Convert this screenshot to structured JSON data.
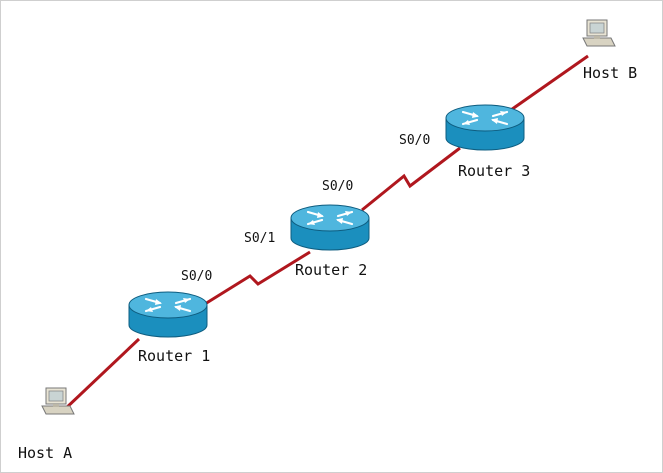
{
  "colors": {
    "link": "#b0171e",
    "router_body": "#1b8fbe",
    "router_top": "#4fb6de",
    "router_edge": "#0e5d80"
  },
  "hosts": [
    {
      "id": "host-a",
      "label": "Host A"
    },
    {
      "id": "host-b",
      "label": "Host B"
    }
  ],
  "routers": [
    {
      "id": "router-1",
      "label": "Router 1"
    },
    {
      "id": "router-2",
      "label": "Router 2"
    },
    {
      "id": "router-3",
      "label": "Router 3"
    }
  ],
  "interfaces": {
    "r1_s0_0": "S0/0",
    "r2_s0_1": "S0/1",
    "r2_s0_0": "S0/0",
    "r3_s0_0": "S0/0"
  }
}
